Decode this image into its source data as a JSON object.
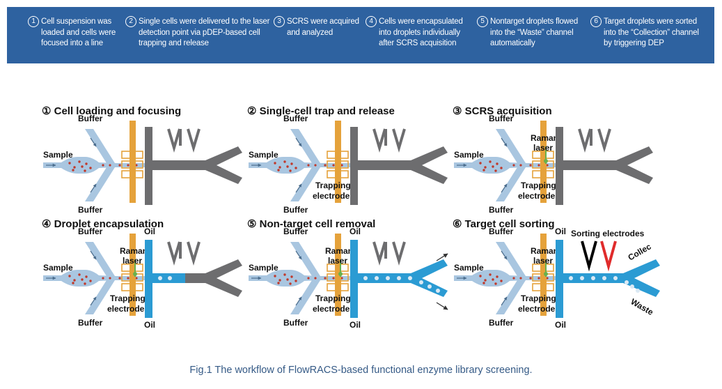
{
  "banner": {
    "steps": [
      {
        "num": "1",
        "lines": [
          "Cell suspension was",
          "loaded and cells were",
          "focused into a line"
        ]
      },
      {
        "num": "2",
        "lines": [
          "Single cells were delivered to the laser",
          "detection point via pDEP-based cell",
          "trapping and release"
        ]
      },
      {
        "num": "3",
        "lines": [
          "SCRS were acquired",
          "and analyzed"
        ]
      },
      {
        "num": "4",
        "lines": [
          "Cells were encapsulated",
          "into droplets individually",
          "after SCRS acquisition"
        ]
      },
      {
        "num": "5",
        "lines": [
          "Nontarget droplets flowed",
          "into the “Waste” channel",
          "automatically"
        ]
      },
      {
        "num": "6",
        "lines": [
          "Target droplets were sorted",
          "into the “Collection” channel",
          "by triggering DEP"
        ]
      }
    ]
  },
  "panels": [
    {
      "title": "① Cell loading and focusing",
      "stage": 1,
      "buffer_top": "Buffer",
      "buffer_bottom": "Buffer",
      "sample": "Sample"
    },
    {
      "title": "② Single-cell trap and release",
      "stage": 2,
      "buffer_top": "Buffer",
      "buffer_bottom": "Buffer",
      "sample": "Sample",
      "electrodes": [
        "Trapping",
        "electrodes"
      ]
    },
    {
      "title": "③ SCRS acquisition",
      "stage": 3,
      "buffer_top": "Buffer",
      "buffer_bottom": "Buffer",
      "sample": "Sample",
      "laser": [
        "Raman",
        "laser"
      ],
      "electrodes": [
        "Trapping",
        "electrodes"
      ]
    },
    {
      "title": "④ Droplet encapsulation",
      "stage": 4,
      "buffer_top": "Buffer",
      "buffer_bottom": "Buffer",
      "sample": "Sample",
      "laser": [
        "Raman",
        "laser"
      ],
      "electrodes": [
        "Trapping",
        "electrodes"
      ],
      "oil_top": "Oil",
      "oil_bottom": "Oil"
    },
    {
      "title": "⑤ Non-target cell removal",
      "stage": 5,
      "buffer_top": "Buffer",
      "buffer_bottom": "Buffer",
      "sample": "Sample",
      "laser": [
        "Raman",
        "laser"
      ],
      "electrodes": [
        "Trapping",
        "electrodes"
      ],
      "oil_top": "Oil",
      "oil_bottom": "Oil"
    },
    {
      "title": "⑥ Target cell sorting",
      "stage": 6,
      "buffer_top": "Buffer",
      "buffer_bottom": "Buffer",
      "sample": "Sample",
      "laser": [
        "Raman",
        "laser"
      ],
      "electrodes": [
        "Trapping",
        "electrodes"
      ],
      "oil_top": "Oil",
      "oil_bottom": "Oil",
      "sorting": "Sorting electrodes",
      "collect": "Collec",
      "waste": "Waste"
    }
  ],
  "caption": "Fig.1 The workflow of FlowRACS-based functional enzyme library screening.",
  "colors": {
    "banner": "#2e62a0",
    "channel_light": "#a9c6e0",
    "channel_blue": "#2b9bd3",
    "gray_chip": "#6d6d6f",
    "electrode": "#e5a23b",
    "laser_green": "#6ab04c",
    "cell_red": "#c0392b",
    "sort_red": "#e02b2b",
    "caption": "#355a86"
  }
}
